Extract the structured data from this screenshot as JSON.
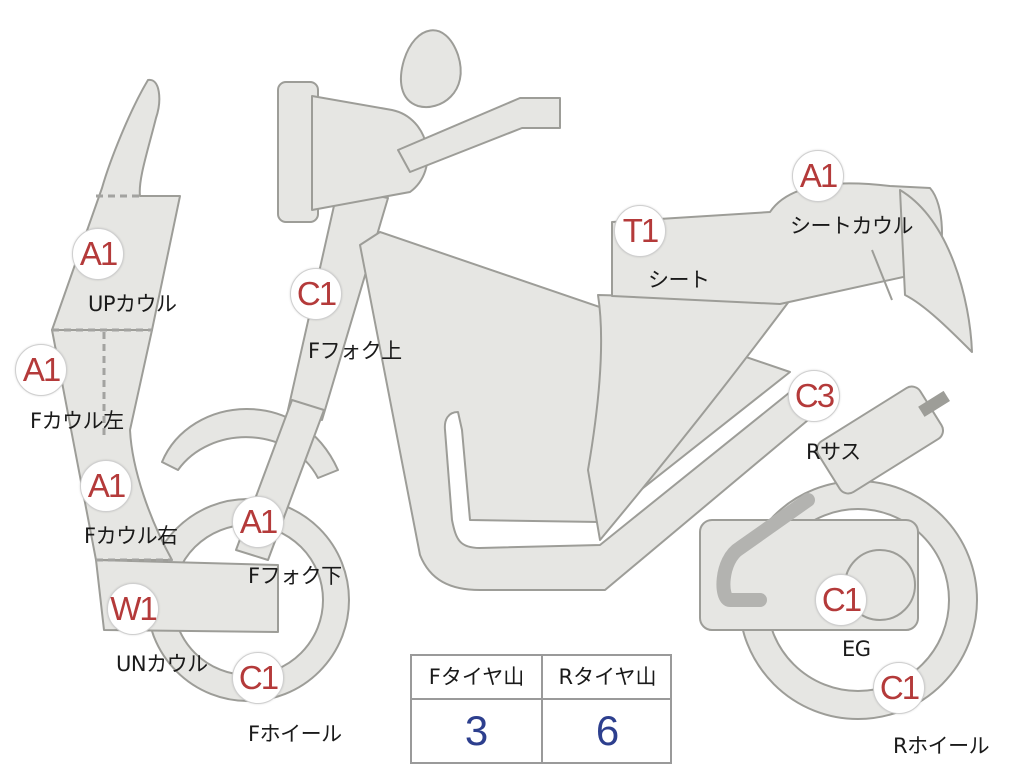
{
  "parts": [
    {
      "id": "up-cowl",
      "grade": "A1",
      "label": "UPカウル"
    },
    {
      "id": "f-cowl-left",
      "grade": "A1",
      "label": "Fカウル左"
    },
    {
      "id": "f-cowl-right",
      "grade": "A1",
      "label": "Fカウル右"
    },
    {
      "id": "un-cowl",
      "grade": "W1",
      "label": "UNカウル"
    },
    {
      "id": "f-fork-upper",
      "grade": "C1",
      "label": "Fフォク上"
    },
    {
      "id": "f-fork-lower",
      "grade": "A1",
      "label": "Fフォク下"
    },
    {
      "id": "f-wheel",
      "grade": "C1",
      "label": "Fホイール"
    },
    {
      "id": "seat",
      "grade": "T1",
      "label": "シート"
    },
    {
      "id": "seat-cowl",
      "grade": "A1",
      "label": "シートカウル"
    },
    {
      "id": "r-suspension",
      "grade": "C3",
      "label": "Rサス"
    },
    {
      "id": "engine",
      "grade": "C1",
      "label": "EG"
    },
    {
      "id": "r-wheel",
      "grade": "C1",
      "label": "Rホイール"
    }
  ],
  "tread_table": {
    "front_header": "Fタイヤ山",
    "front_value": "3",
    "rear_header": "Rタイヤ山",
    "rear_value": "6"
  },
  "colors": {
    "part_fill": "#e6e6e3",
    "part_outline": "#9d9d98",
    "grade_text": "#b43a3a",
    "tread_value": "#2d3f8e"
  }
}
